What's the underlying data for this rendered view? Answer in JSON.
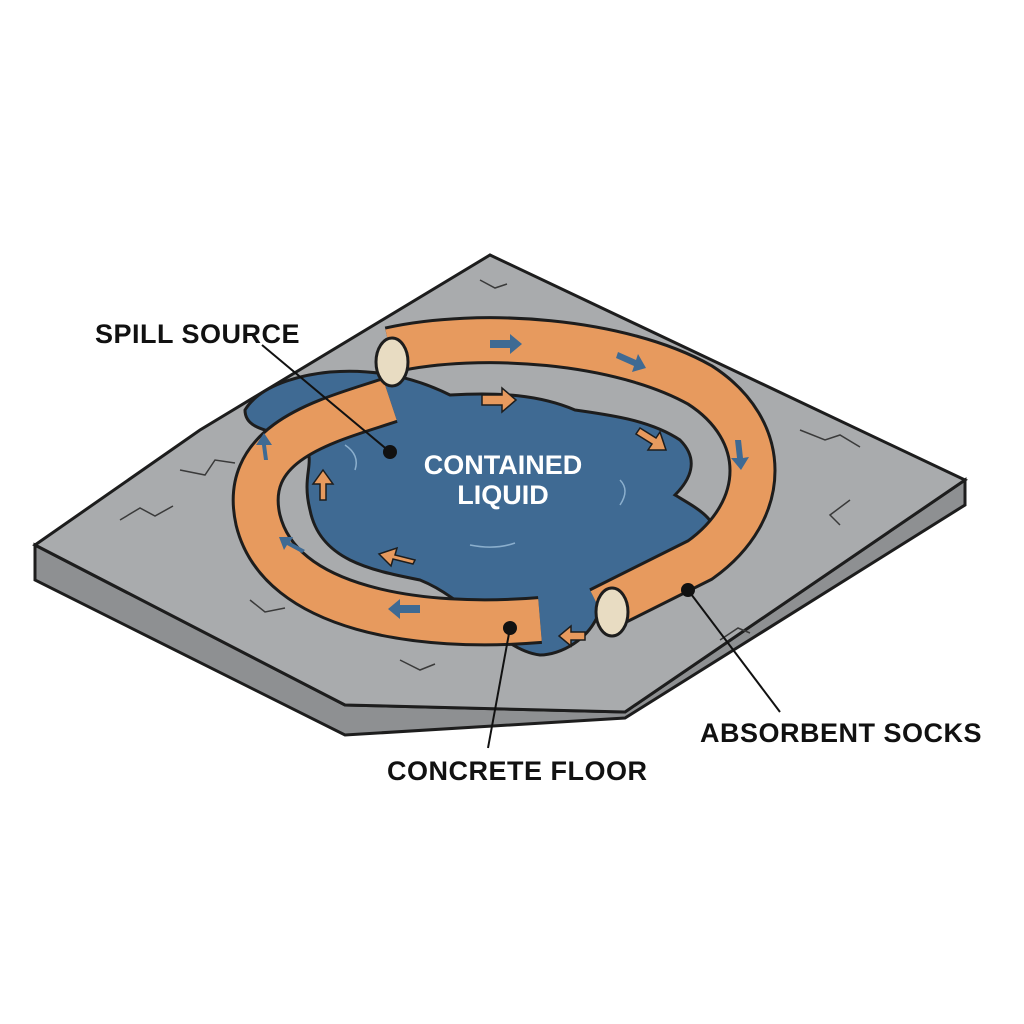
{
  "labels": {
    "spill_source": "SPILL SOURCE",
    "contained_line1": "CONTAINED",
    "contained_line2": "LIQUID",
    "absorbent_socks": "ABSORBENT SOCKS",
    "concrete_floor": "CONCRETE FLOOR"
  },
  "colors": {
    "concrete_top": "#a9abad",
    "concrete_side": "#8e9092",
    "liquid": "#3f6a93",
    "sock": "#e79a5e",
    "sock_core": "#e8dcc2",
    "arrow_blue": "#3f6a93",
    "outline": "#1d1d1d"
  }
}
